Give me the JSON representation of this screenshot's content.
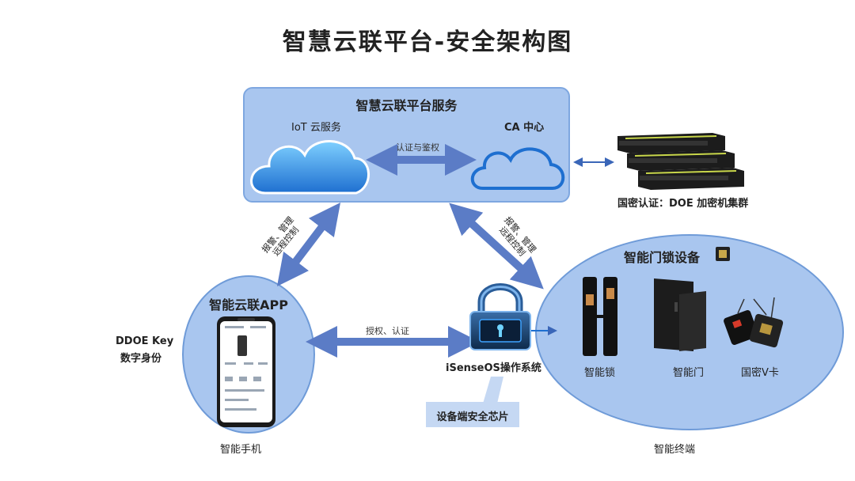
{
  "title": "智慧云联平台-安全架构图",
  "platform": {
    "title": "智慧云联平台服务",
    "iot_label": "IoT 云服务",
    "ca_label": "CA 中心",
    "link_label": "认证与鉴权"
  },
  "servers": {
    "label": "国密认证：DOE 加密机集群"
  },
  "app": {
    "title": "智能云联APP",
    "side_label_line1": "DDOE Key",
    "side_label_line2": "数字身份",
    "bottom_label": "智能手机"
  },
  "os": {
    "label": "iSenseOS操作系统",
    "callout": "设备端安全芯片"
  },
  "devices": {
    "title": "智能门锁设备",
    "lock_label": "智能锁",
    "door_label": "智能门",
    "card_label": "国密V卡",
    "bottom_label": "智能终端"
  },
  "arrows": {
    "left_diag_line1": "报警、管理",
    "left_diag_line2": "远程控制",
    "right_diag_line1": "报警、管理",
    "right_diag_line2": "远程控制",
    "app_os": "授权、认证"
  },
  "colors": {
    "panel_fill": "#a9c6ef",
    "arrow": "#5b7cc6",
    "cloud_blue": "#2f8ee0"
  }
}
